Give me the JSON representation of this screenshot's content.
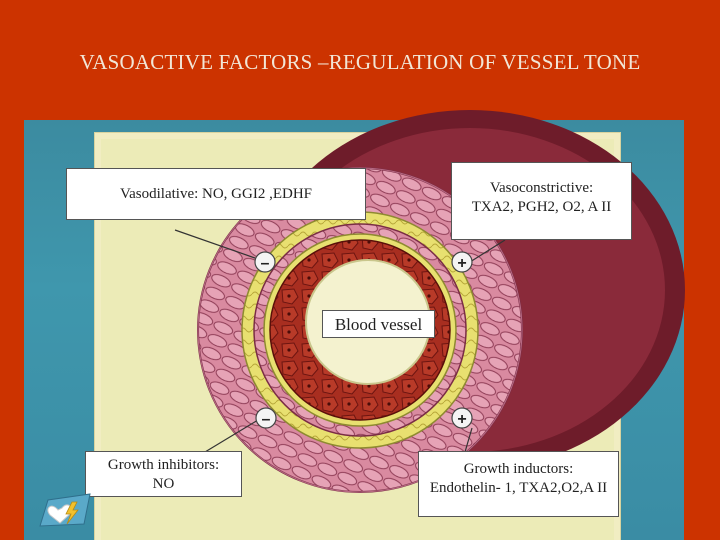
{
  "slide": {
    "title": "VASOACTIVE FACTORS –REGULATION OF VESSEL TONE"
  },
  "labels": {
    "vasodilative": "Vasodilative: NO, GGI2 ,EDHF",
    "vasoconstrictive_line1": "Vasoconstrictive:",
    "vasoconstrictive_line2": "TXA2, PGH2, O2, A II",
    "blood_vessel": "Blood vessel",
    "growth_inhibitors_line1": "Growth inhibitors:",
    "growth_inhibitors_line2": "NO",
    "growth_inductors_line1": "Growth inductors:",
    "growth_inductors_line2": "Endothelin- 1, TXA2,O2,A II"
  },
  "markers": {
    "minus": "–",
    "plus": "+"
  },
  "colors": {
    "background": "#cc3300",
    "title_text": "#f2e6d6",
    "muscle_layer": "#d98aa0",
    "adventitia": "#6e1c2a",
    "elastic_lamina": "#e8e070",
    "endothelium": "#a02a1e",
    "lumen": "#f4f2cf"
  },
  "icons": {
    "logo": "heart-logo-icon"
  }
}
